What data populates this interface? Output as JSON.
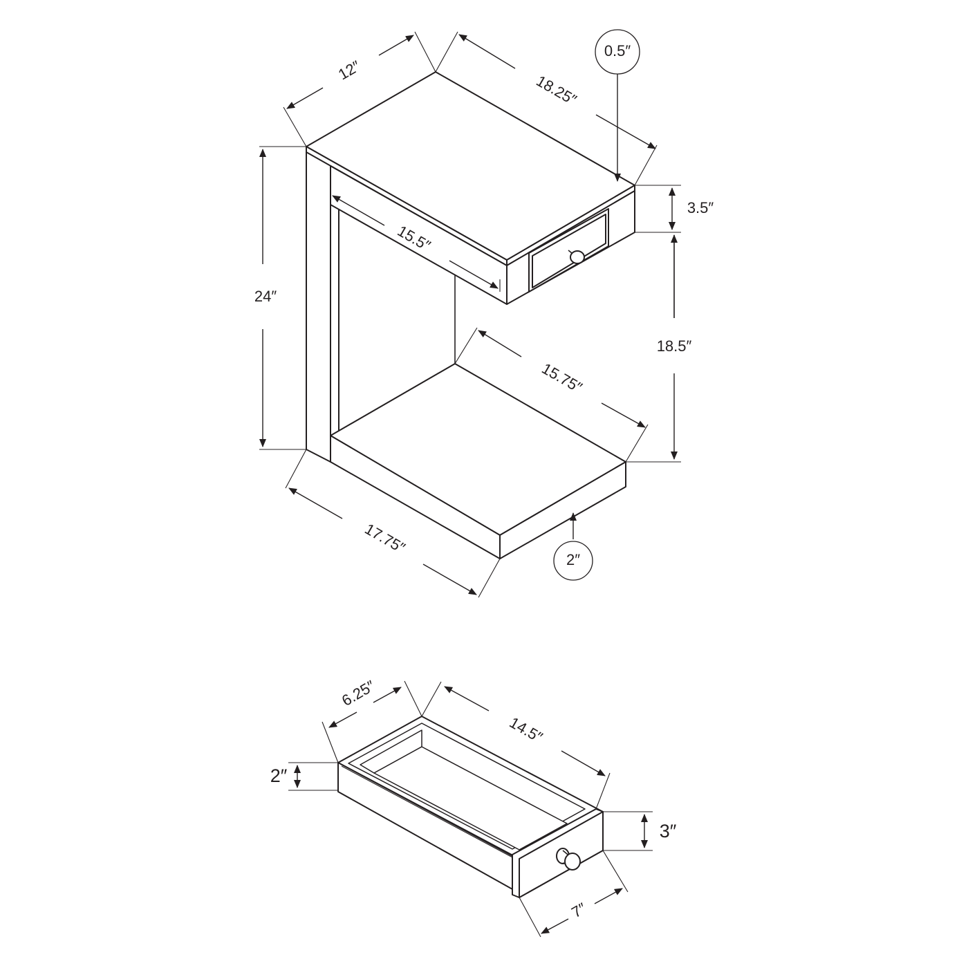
{
  "table": {
    "top_depth": "12″",
    "top_width": "18.25″",
    "top_thickness": "0.5″",
    "drawer_front_height": "3.5″",
    "inner_width": "15.5″",
    "overall_height": "24″",
    "clearance_height": "18.5″",
    "shelf_width": "15.75″",
    "base_width": "17.75″",
    "base_thickness": "2″"
  },
  "drawer": {
    "depth": "6.25″",
    "length": "14.5″",
    "side_height": "2″",
    "front_height": "3″",
    "front_width": "7″"
  }
}
